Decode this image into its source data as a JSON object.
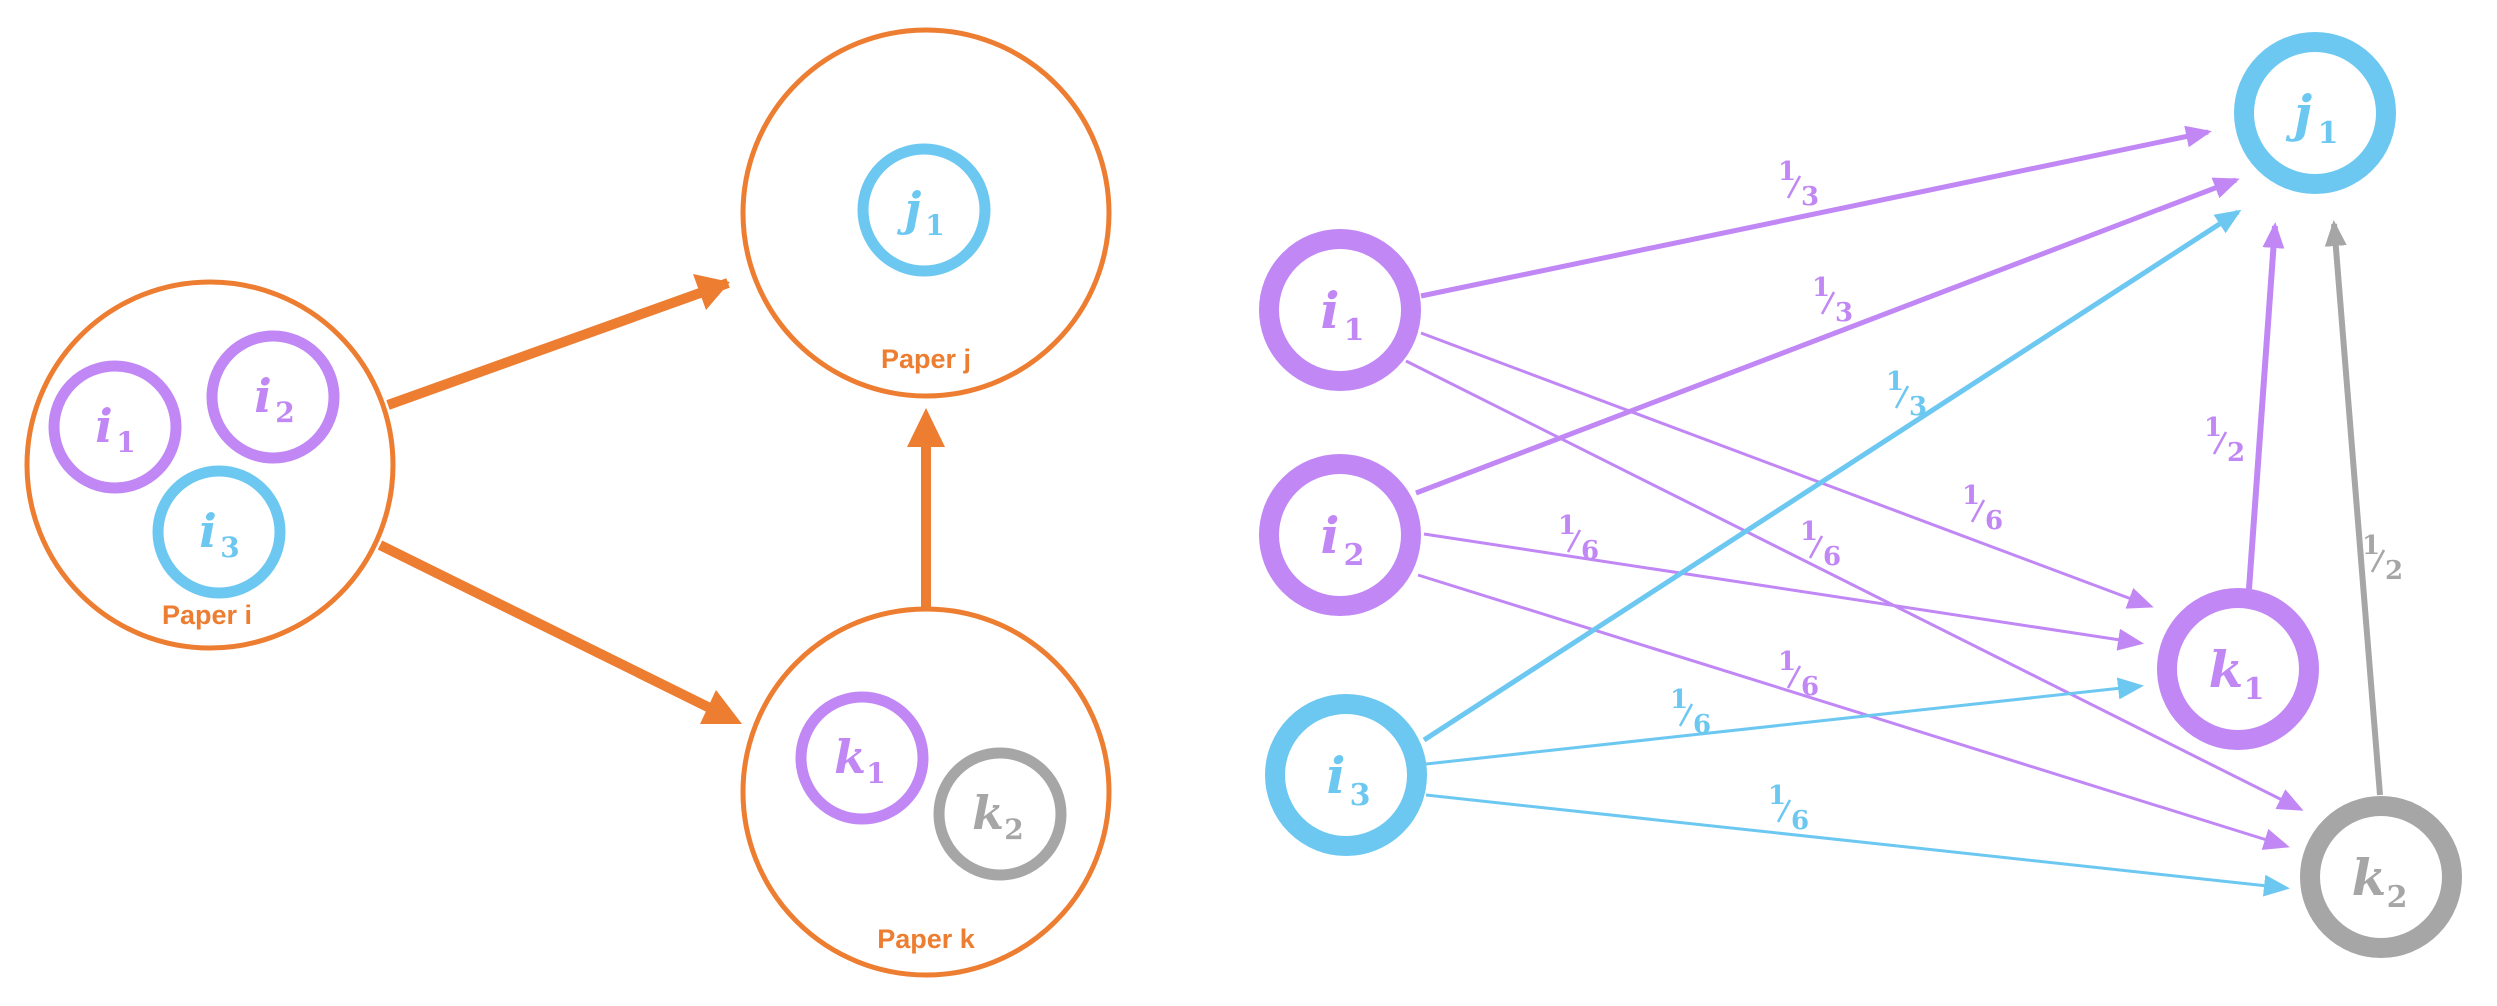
{
  "colors": {
    "orange": "#ED7D31",
    "purple": "#C087F5",
    "blue": "#6CC8F1",
    "gray": "#A6A6A6"
  },
  "papers": {
    "i": "Paper i",
    "j": "Paper j",
    "k": "Paper k"
  },
  "nodes": {
    "i1": {
      "letter": "i",
      "sub": "1"
    },
    "i2": {
      "letter": "i",
      "sub": "2"
    },
    "i3": {
      "letter": "i",
      "sub": "3"
    },
    "j1": {
      "letter": "j",
      "sub": "1"
    },
    "k1": {
      "letter": "k",
      "sub": "1"
    },
    "k2": {
      "letter": "k",
      "sub": "2"
    }
  },
  "weights": {
    "i1_j1": {
      "num": "1",
      "den": "3"
    },
    "i2_j1": {
      "num": "1",
      "den": "3"
    },
    "i3_j1": {
      "num": "1",
      "den": "3"
    },
    "i1_k1": {
      "num": "1",
      "den": "6"
    },
    "i1_k2": {
      "num": "1",
      "den": "6"
    },
    "i2_k1": {
      "num": "1",
      "den": "6"
    },
    "i2_k2": {
      "num": "1",
      "den": "6"
    },
    "i3_k1": {
      "num": "1",
      "den": "6"
    },
    "i3_k2": {
      "num": "1",
      "den": "6"
    },
    "k1_j1": {
      "num": "1",
      "den": "2"
    },
    "k2_j1": {
      "num": "1",
      "den": "2"
    }
  }
}
